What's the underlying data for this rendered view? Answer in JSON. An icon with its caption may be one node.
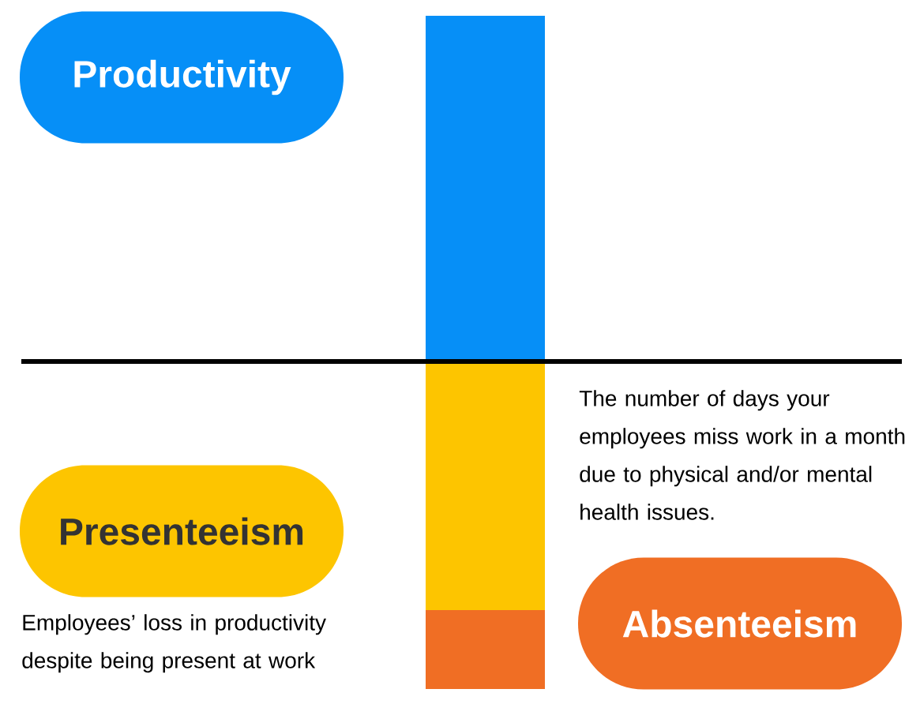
{
  "diagram": {
    "nodes": [
      {
        "text": [
          "Productivity"
        ]
      },
      {
        "text": [
          "Presenteeism"
        ],
        "beside": [
          "Employees’ loss in productivity despite being present at work"
        ]
      },
      {
        "text": [
          "Absenteeism"
        ],
        "beside": [
          "The number of days your employees miss work in a month due to physical and/or mental health issues."
        ]
      }
    ]
  }
}
